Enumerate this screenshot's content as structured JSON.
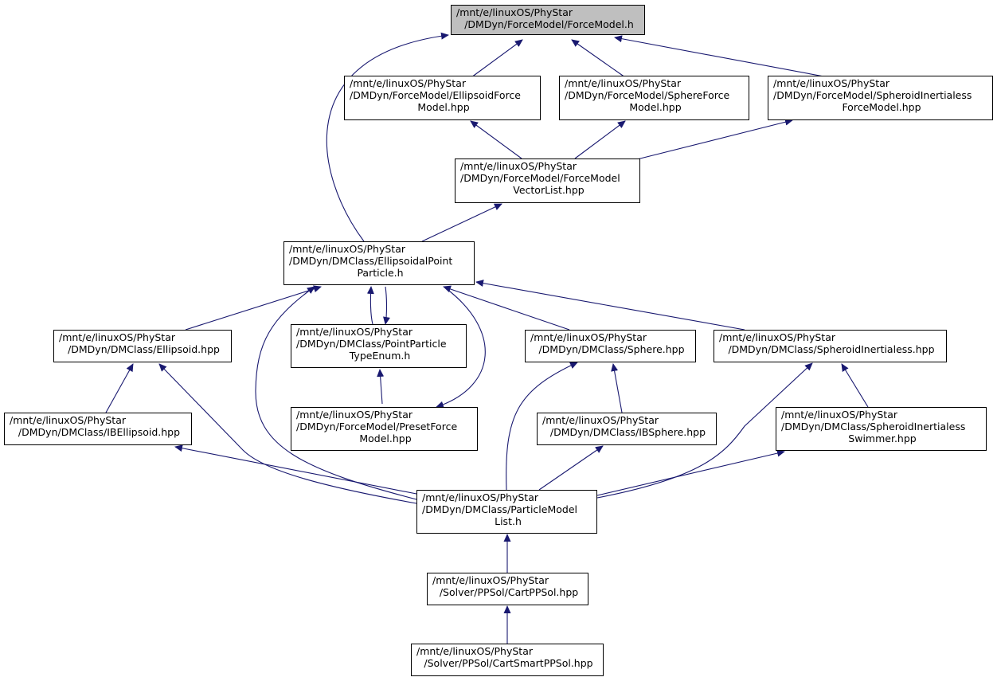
{
  "nodes": [
    {
      "id": "forcemodel_h",
      "name": "node-forcemodel-h",
      "highlight": true,
      "lines": [
        "/mnt/e/linuxOS/PhyStar",
        "/DMDyn/ForceModel/ForceModel.h"
      ]
    },
    {
      "id": "ellipsoid_force",
      "name": "node-ellipsoid-force-model",
      "lines": [
        "/mnt/e/linuxOS/PhyStar",
        "/DMDyn/ForceModel/EllipsoidForce",
        "Model.hpp"
      ]
    },
    {
      "id": "sphere_force",
      "name": "node-sphere-force-model",
      "lines": [
        "/mnt/e/linuxOS/PhyStar",
        "/DMDyn/ForceModel/SphereForce",
        "Model.hpp"
      ]
    },
    {
      "id": "spheroid_force",
      "name": "node-spheroid-inertialess-force-model",
      "lines": [
        "/mnt/e/linuxOS/PhyStar",
        "/DMDyn/ForceModel/SpheroidInertialess",
        "ForceModel.hpp"
      ]
    },
    {
      "id": "fm_vectorlist",
      "name": "node-force-model-vector-list",
      "lines": [
        "/mnt/e/linuxOS/PhyStar",
        "/DMDyn/ForceModel/ForceModel",
        "VectorList.hpp"
      ]
    },
    {
      "id": "ellipsoidal_pp",
      "name": "node-ellipsoidal-point-particle",
      "lines": [
        "/mnt/e/linuxOS/PhyStar",
        "/DMDyn/DMClass/EllipsoidalPoint",
        "Particle.h"
      ]
    },
    {
      "id": "ellipsoid_hpp",
      "name": "node-ellipsoid",
      "lines": [
        "/mnt/e/linuxOS/PhyStar",
        "/DMDyn/DMClass/Ellipsoid.hpp"
      ]
    },
    {
      "id": "pp_typeenum",
      "name": "node-point-particle-type-enum",
      "lines": [
        "/mnt/e/linuxOS/PhyStar",
        "/DMDyn/DMClass/PointParticle",
        "TypeEnum.h"
      ]
    },
    {
      "id": "sphere_hpp",
      "name": "node-sphere",
      "lines": [
        "/mnt/e/linuxOS/PhyStar",
        "/DMDyn/DMClass/Sphere.hpp"
      ]
    },
    {
      "id": "spheroid_hpp",
      "name": "node-spheroid-inertialess",
      "lines": [
        "/mnt/e/linuxOS/PhyStar",
        "/DMDyn/DMClass/SpheroidInertialess.hpp"
      ]
    },
    {
      "id": "ibellipsoid",
      "name": "node-ib-ellipsoid",
      "lines": [
        "/mnt/e/linuxOS/PhyStar",
        "/DMDyn/DMClass/IBEllipsoid.hpp"
      ]
    },
    {
      "id": "preset_force",
      "name": "node-preset-force-model",
      "lines": [
        "/mnt/e/linuxOS/PhyStar",
        "/DMDyn/ForceModel/PresetForce",
        "Model.hpp"
      ]
    },
    {
      "id": "ibsphere",
      "name": "node-ib-sphere",
      "lines": [
        "/mnt/e/linuxOS/PhyStar",
        "/DMDyn/DMClass/IBSphere.hpp"
      ]
    },
    {
      "id": "spheroid_swimmer",
      "name": "node-spheroid-inertialess-swimmer",
      "lines": [
        "/mnt/e/linuxOS/PhyStar",
        "/DMDyn/DMClass/SpheroidInertialess",
        "Swimmer.hpp"
      ]
    },
    {
      "id": "pm_list",
      "name": "node-particle-model-list",
      "lines": [
        "/mnt/e/linuxOS/PhyStar",
        "/DMDyn/DMClass/ParticleModel",
        "List.h"
      ]
    },
    {
      "id": "cartppsol",
      "name": "node-cart-pp-sol",
      "lines": [
        "/mnt/e/linuxOS/PhyStar",
        "/Solver/PPSol/CartPPSol.hpp"
      ]
    },
    {
      "id": "cartsmartppsol",
      "name": "node-cart-smart-pp-sol",
      "lines": [
        "/mnt/e/linuxOS/PhyStar",
        "/Solver/PPSol/CartSmartPPSol.hpp"
      ]
    }
  ],
  "edges": [
    {
      "from": "ellipsoid_force",
      "to": "forcemodel_h"
    },
    {
      "from": "sphere_force",
      "to": "forcemodel_h"
    },
    {
      "from": "spheroid_force",
      "to": "forcemodel_h"
    },
    {
      "from": "ellipsoidal_pp",
      "to": "forcemodel_h"
    },
    {
      "from": "fm_vectorlist",
      "to": "ellipsoid_force"
    },
    {
      "from": "fm_vectorlist",
      "to": "sphere_force"
    },
    {
      "from": "fm_vectorlist",
      "to": "spheroid_force"
    },
    {
      "from": "ellipsoidal_pp",
      "to": "fm_vectorlist"
    },
    {
      "from": "ellipsoid_hpp",
      "to": "ellipsoidal_pp"
    },
    {
      "from": "pp_typeenum",
      "to": "ellipsoidal_pp"
    },
    {
      "from": "ellipsoidal_pp",
      "to": "pp_typeenum"
    },
    {
      "from": "ellipsoidal_pp",
      "to": "preset_force"
    },
    {
      "from": "sphere_hpp",
      "to": "ellipsoidal_pp"
    },
    {
      "from": "spheroid_hpp",
      "to": "ellipsoidal_pp"
    },
    {
      "from": "pm_list",
      "to": "ellipsoidal_pp"
    },
    {
      "from": "pp_typeenum",
      "to": "preset_force"
    },
    {
      "from": "ibellipsoid",
      "to": "ellipsoid_hpp"
    },
    {
      "from": "pm_list",
      "to": "ellipsoid_hpp"
    },
    {
      "from": "ibsphere",
      "to": "sphere_hpp"
    },
    {
      "from": "pm_list",
      "to": "sphere_hpp"
    },
    {
      "from": "spheroid_swimmer",
      "to": "spheroid_hpp"
    },
    {
      "from": "pm_list",
      "to": "spheroid_hpp"
    },
    {
      "from": "pm_list",
      "to": "ibellipsoid"
    },
    {
      "from": "pm_list",
      "to": "ibsphere"
    },
    {
      "from": "pm_list",
      "to": "spheroid_swimmer"
    },
    {
      "from": "cartppsol",
      "to": "pm_list"
    },
    {
      "from": "cartsmartppsol",
      "to": "cartppsol"
    }
  ],
  "colors": {
    "edge": "#191970",
    "node_border": "#000000",
    "node_fill": "#ffffff",
    "highlight_fill": "#bfbfbf"
  }
}
